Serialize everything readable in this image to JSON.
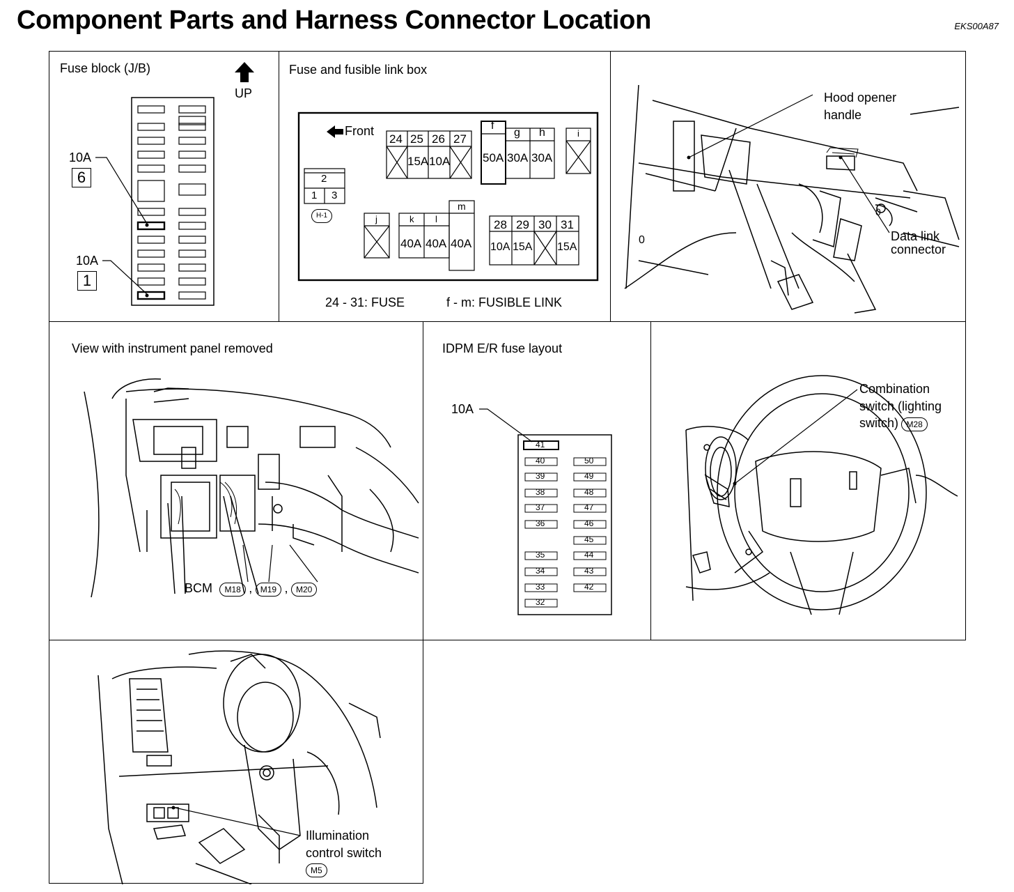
{
  "title": "Component Parts and Harness Connector Location",
  "doc_code": "EKS00A87",
  "panels": {
    "fuse_block": {
      "title": "Fuse block (J/B)",
      "up_label": "UP",
      "callouts": [
        {
          "amp": "10A",
          "num": "6"
        },
        {
          "amp": "10A",
          "num": "1"
        }
      ]
    },
    "fusible_link_box": {
      "title": "Fuse and fusible link box",
      "front_label": "Front",
      "fuse_legend": "24 - 31: FUSE",
      "link_legend": "f - m: FUSIBLE LINK",
      "connector": "H-1",
      "small_relay": {
        "top": "2",
        "left": "1",
        "right": "3"
      },
      "fuses_top": [
        {
          "num": "24",
          "amp": ""
        },
        {
          "num": "25",
          "amp": "15A"
        },
        {
          "num": "26",
          "amp": "10A"
        },
        {
          "num": "27",
          "amp": ""
        }
      ],
      "links_top": [
        {
          "id": "f",
          "amp": "50A"
        },
        {
          "id": "g",
          "amp": "30A"
        },
        {
          "id": "h",
          "amp": "30A"
        },
        {
          "id": "i",
          "amp": ""
        }
      ],
      "links_bottom": [
        {
          "id": "j",
          "amp": ""
        },
        {
          "id": "k",
          "amp": "40A"
        },
        {
          "id": "l",
          "amp": "40A"
        },
        {
          "id": "m",
          "amp": "40A"
        }
      ],
      "fuses_bottom": [
        {
          "num": "28",
          "amp": "10A"
        },
        {
          "num": "29",
          "amp": "15A"
        },
        {
          "num": "30",
          "amp": ""
        },
        {
          "num": "31",
          "amp": "15A"
        }
      ]
    },
    "hood": {
      "hood_label_1": "Hood opener",
      "hood_label_2": "handle",
      "dlc_label_1": "Data link",
      "dlc_label_2": "connector"
    },
    "instrument": {
      "title": "View with instrument panel removed",
      "bcm_label": "BCM",
      "connectors": [
        "M18",
        "M19",
        "M20"
      ],
      "separator": ","
    },
    "idpm": {
      "title": "IDPM E/R fuse layout",
      "callout": "10A",
      "left_column": [
        "41",
        "40",
        "39",
        "38",
        "37",
        "36",
        "",
        "35",
        "34",
        "33",
        "32"
      ],
      "right_column": [
        "",
        "50",
        "49",
        "48",
        "47",
        "46",
        "45",
        "44",
        "43",
        "42",
        ""
      ]
    },
    "combination": {
      "label_1": "Combination",
      "label_2": "switch (lighting",
      "label_3": "switch)",
      "connector": "M28"
    },
    "illumination": {
      "label_1": "Illumination",
      "label_2": "control switch",
      "connector": "M5"
    }
  }
}
